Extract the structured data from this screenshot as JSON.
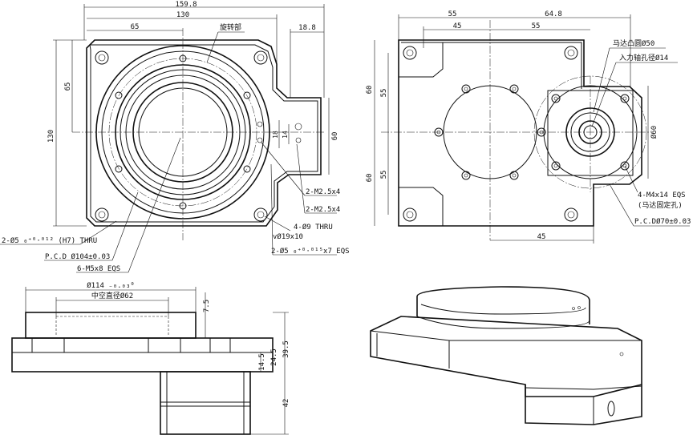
{
  "top_left_view": {
    "dim_overall_width": "159.8",
    "dim_body_width": "130",
    "dim_half_width": "65",
    "dim_flange_offset": "18.8",
    "dim_half_height": "65",
    "dim_overall_height": "130",
    "dim_flange_height": "60",
    "dim_small_1": "18",
    "dim_small_2": "14",
    "label_rotating_part": "旋转部",
    "callout_m25_a": "2-M2.5x4",
    "callout_m25_b": "2-M2.5x4",
    "callout_thru_9": "4-Ø9 THRU",
    "callout_cbore": "vØ19x10",
    "callout_pin_h7": "2-Ø5 ₀⁺⁰·⁰¹² (H7) THRU",
    "callout_pcd": "P.C.D Ø104±0.03",
    "callout_m5": "6-M5x8 EQS",
    "callout_pin_eqs": "2-Ø5 ₀⁺⁰·⁰¹⁵x7 EQS"
  },
  "top_right_view": {
    "dim_left": "55",
    "dim_right": "64.8",
    "dim_inner_left": "45",
    "dim_inner_right": "55",
    "dim_upper_60": "60",
    "dim_upper_55": "55",
    "dim_lower_60": "60",
    "dim_lower_55": "55",
    "dim_motor_dia": "Ø60",
    "dim_bottom_45": "45",
    "callout_motor_boss": "马达凸圆Ø50",
    "callout_input_shaft": "入力轴孔径Ø14",
    "callout_m4": "4-M4x14 EQS",
    "callout_motor_fix": "(马达固定孔)",
    "callout_pcd70": "P.C.DØ70±0.03"
  },
  "front_view": {
    "dim_top_dia": "Ø114 ₋₀.₀₃⁰",
    "dim_hollow": "中空直径Ø62",
    "dim_7_5": "7.5",
    "dim_39_5": "39.5",
    "dim_24_5": "24.5",
    "dim_14_5": "14.5",
    "dim_42": "42"
  }
}
